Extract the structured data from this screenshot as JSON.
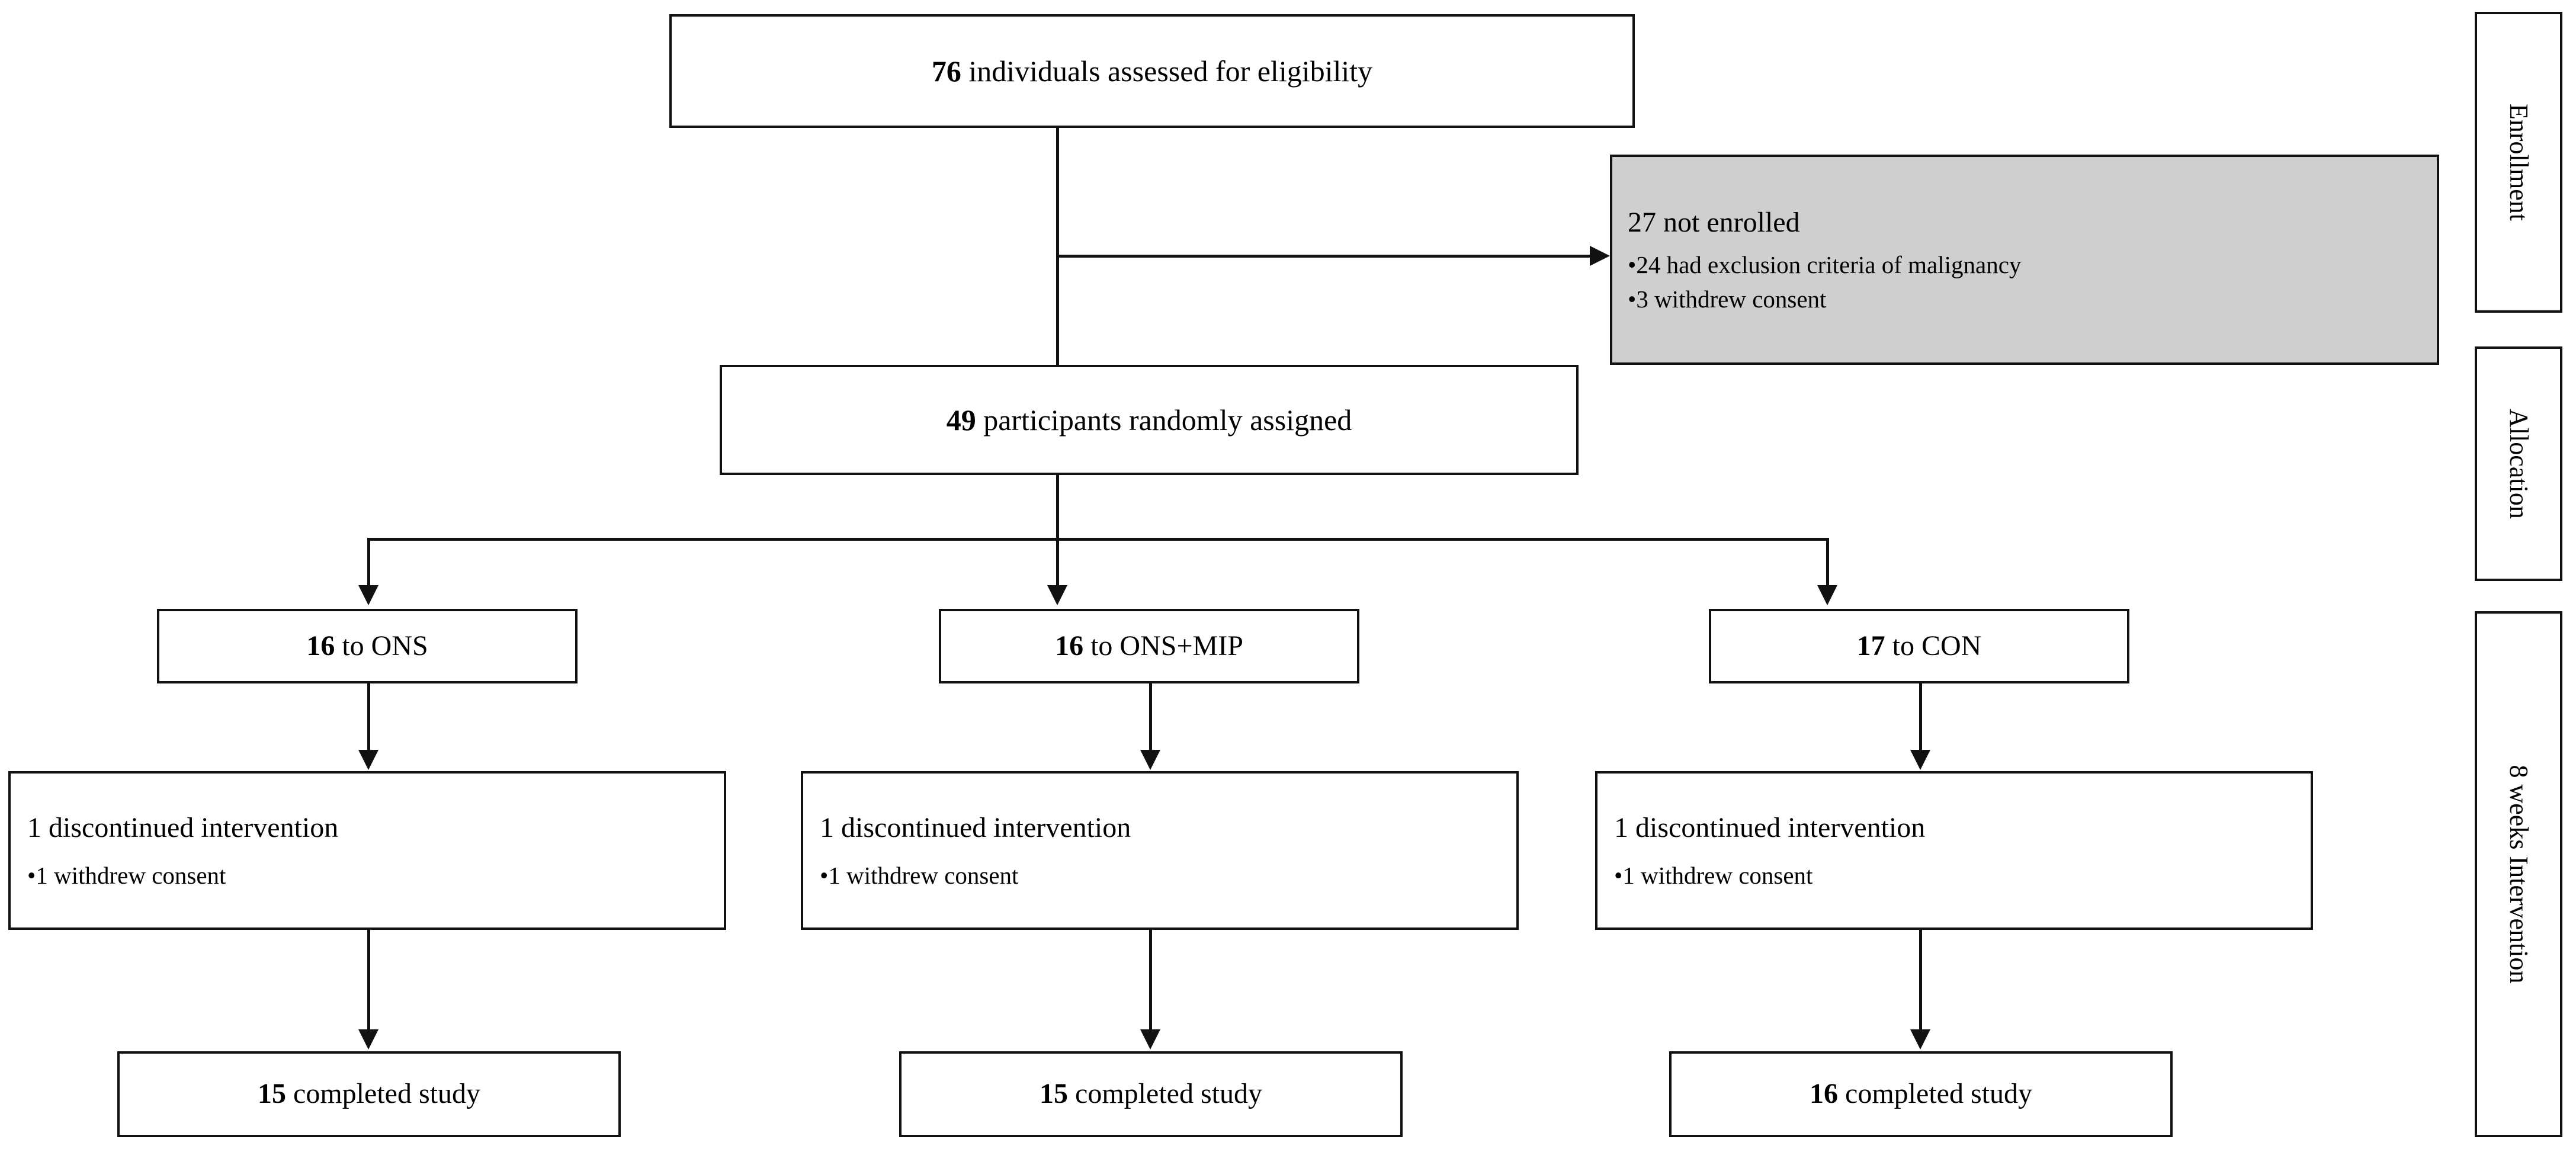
{
  "diagram": {
    "type": "consort-flow-diagram",
    "title": "CONSORT participant flow diagram",
    "colors": {
      "line": "#111111",
      "box_fill": "#ffffff",
      "highlight_fill": "#cfcfcf",
      "text": "#000000"
    },
    "nodes": {
      "assessed": {
        "number": "76",
        "label": " individuals assessed for eligibility",
        "full_text": "76 individuals assessed for eligibility"
      },
      "not_enrolled": {
        "heading": "27 not enrolled",
        "bullets": [
          "•24 had exclusion criteria of malignancy",
          "•3 withdrew consent"
        ]
      },
      "randomized": {
        "number": "49",
        "label": " participants randomly assigned",
        "full_text": "49 participants randomly assigned"
      },
      "allocation": [
        {
          "number": "16",
          "label": " to ONS",
          "full_text": "16 to ONS"
        },
        {
          "number": "16",
          "label": " to ONS+MIP",
          "full_text": "16 to ONS+MIP"
        },
        {
          "number": "17",
          "label": " to CON",
          "full_text": "17 to CON"
        }
      ],
      "discontinued": [
        {
          "heading": "1 discontinued intervention",
          "bullet": "•1 withdrew consent"
        },
        {
          "heading": "1 discontinued intervention",
          "bullet": "•1 withdrew consent"
        },
        {
          "heading": "1 discontinued intervention",
          "bullet": "•1 withdrew consent"
        }
      ],
      "completed": [
        {
          "number": "15",
          "label": " completed study",
          "full_text": "15 completed study"
        },
        {
          "number": "15",
          "label": " completed study",
          "full_text": "15 completed study"
        },
        {
          "number": "16",
          "label": " completed study",
          "full_text": "16 completed study"
        }
      ]
    },
    "stage_labels": [
      {
        "text": "Enrollment"
      },
      {
        "text": "Allocation"
      },
      {
        "text": "8 weeks Intervention"
      }
    ]
  }
}
